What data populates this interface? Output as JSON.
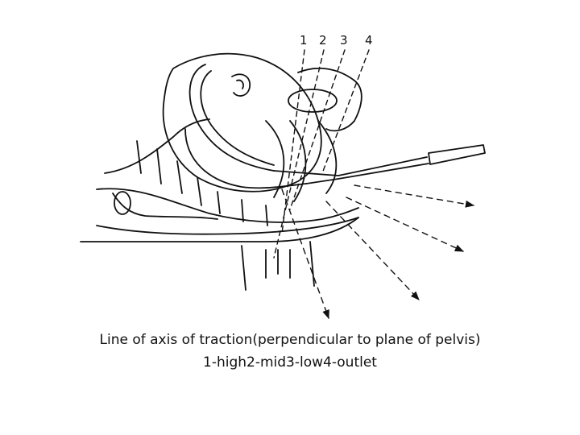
{
  "figure": {
    "labels": [
      "1",
      "2",
      "3",
      "4"
    ],
    "colors": {
      "ink": "#111111",
      "background": "#ffffff"
    }
  },
  "caption": {
    "line1": "Line of axis of traction(perpendicular to plane of pelvis)",
    "line2": "1-high2-mid3-low4-outlet"
  }
}
